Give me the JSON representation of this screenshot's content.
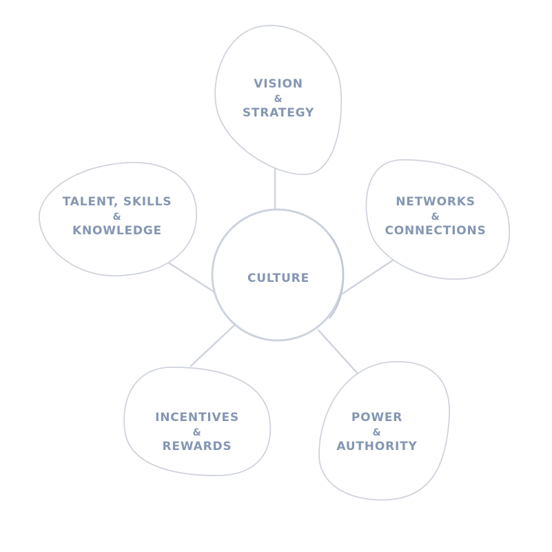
{
  "center": {
    "label": "CULTURE"
  },
  "nodes": [
    {
      "id": "vision",
      "lines": [
        "VISION",
        "&",
        "STRATEGY"
      ]
    },
    {
      "id": "networks",
      "lines": [
        "NETWORKS",
        "&",
        "CONNECTIONS"
      ]
    },
    {
      "id": "power",
      "lines": [
        "POWER",
        "&",
        "AUTHORITY"
      ]
    },
    {
      "id": "incentives",
      "lines": [
        "INCENTIVES",
        "&",
        "REWARDS"
      ]
    },
    {
      "id": "talent",
      "lines": [
        "TALENT, SKILLS",
        "&",
        "KNOWLEDGE"
      ]
    }
  ],
  "colors": {
    "text": "#8596b3",
    "outline": "#cfd3dc",
    "connector": "#cfd4dd",
    "background": "#ffffff"
  }
}
